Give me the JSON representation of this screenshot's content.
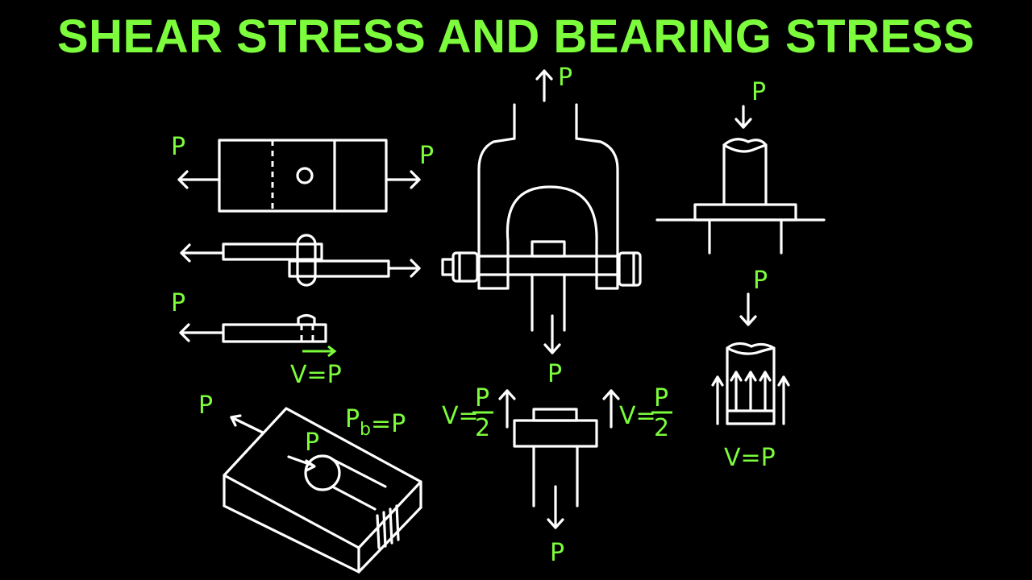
{
  "title": "SHEAR STRESS AND BEARING STRESS",
  "labels": {
    "P": "P",
    "v_eq_p": "V=P",
    "v_label": "V=",
    "half_num": "P",
    "half_den": "2",
    "pb_base": "P",
    "pb_sub": "b",
    "pb_eq": "=P"
  },
  "colors": {
    "background": "#000000",
    "accent": "#7CFC3C",
    "ink": "#FFFFFF"
  }
}
